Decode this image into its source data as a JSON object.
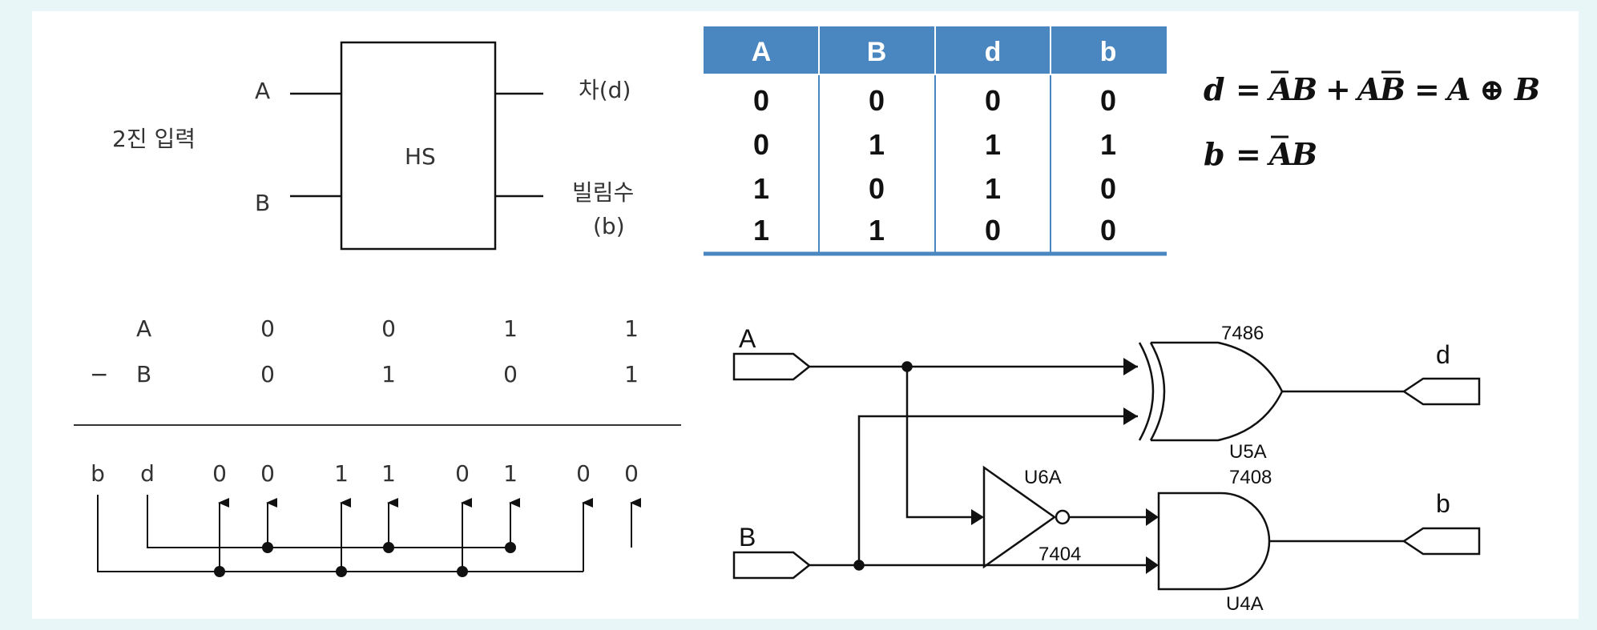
{
  "block": {
    "input_label": "2진 입력",
    "in_a": "A",
    "in_b": "B",
    "box_label": "HS",
    "out_d": "차(d)",
    "out_b_line1": "빌림수",
    "out_b_line2": "(b)"
  },
  "truth_table": {
    "header_color": "#4a86bf",
    "headers": [
      "A",
      "B",
      "d",
      "b"
    ],
    "rows": [
      [
        "0",
        "0",
        "0",
        "0"
      ],
      [
        "0",
        "1",
        "1",
        "1"
      ],
      [
        "1",
        "0",
        "1",
        "0"
      ],
      [
        "1",
        "1",
        "0",
        "0"
      ]
    ]
  },
  "equations": {
    "eq1": {
      "lhs": "d",
      "eq": "=",
      "t1a": "A",
      "t1b": "B",
      "plus": "+",
      "t2a": "A",
      "t2b": "B",
      "eq2": "=",
      "r1": "A",
      "xor": "⊕",
      "r2": "B"
    },
    "eq2": {
      "lhs": "b",
      "eq": "=",
      "t1a": "A",
      "t1b": "B"
    }
  },
  "subtraction": {
    "row_a_label": "A",
    "row_b_label": "B",
    "minus": "−",
    "a_values": [
      "0",
      "0",
      "1",
      "1"
    ],
    "b_values": [
      "0",
      "1",
      "0",
      "1"
    ],
    "result_labels": [
      "b",
      "d"
    ],
    "results": [
      "0",
      "0",
      "1",
      "1",
      "0",
      "1",
      "0",
      "0"
    ]
  },
  "circuit": {
    "in_a": "A",
    "in_b": "B",
    "out_d": "d",
    "out_b": "b",
    "xor_part": "7486",
    "xor_ref": "U5A",
    "not_ref": "U6A",
    "not_part": "7404",
    "and_part": "7408",
    "and_ref": "U4A"
  }
}
